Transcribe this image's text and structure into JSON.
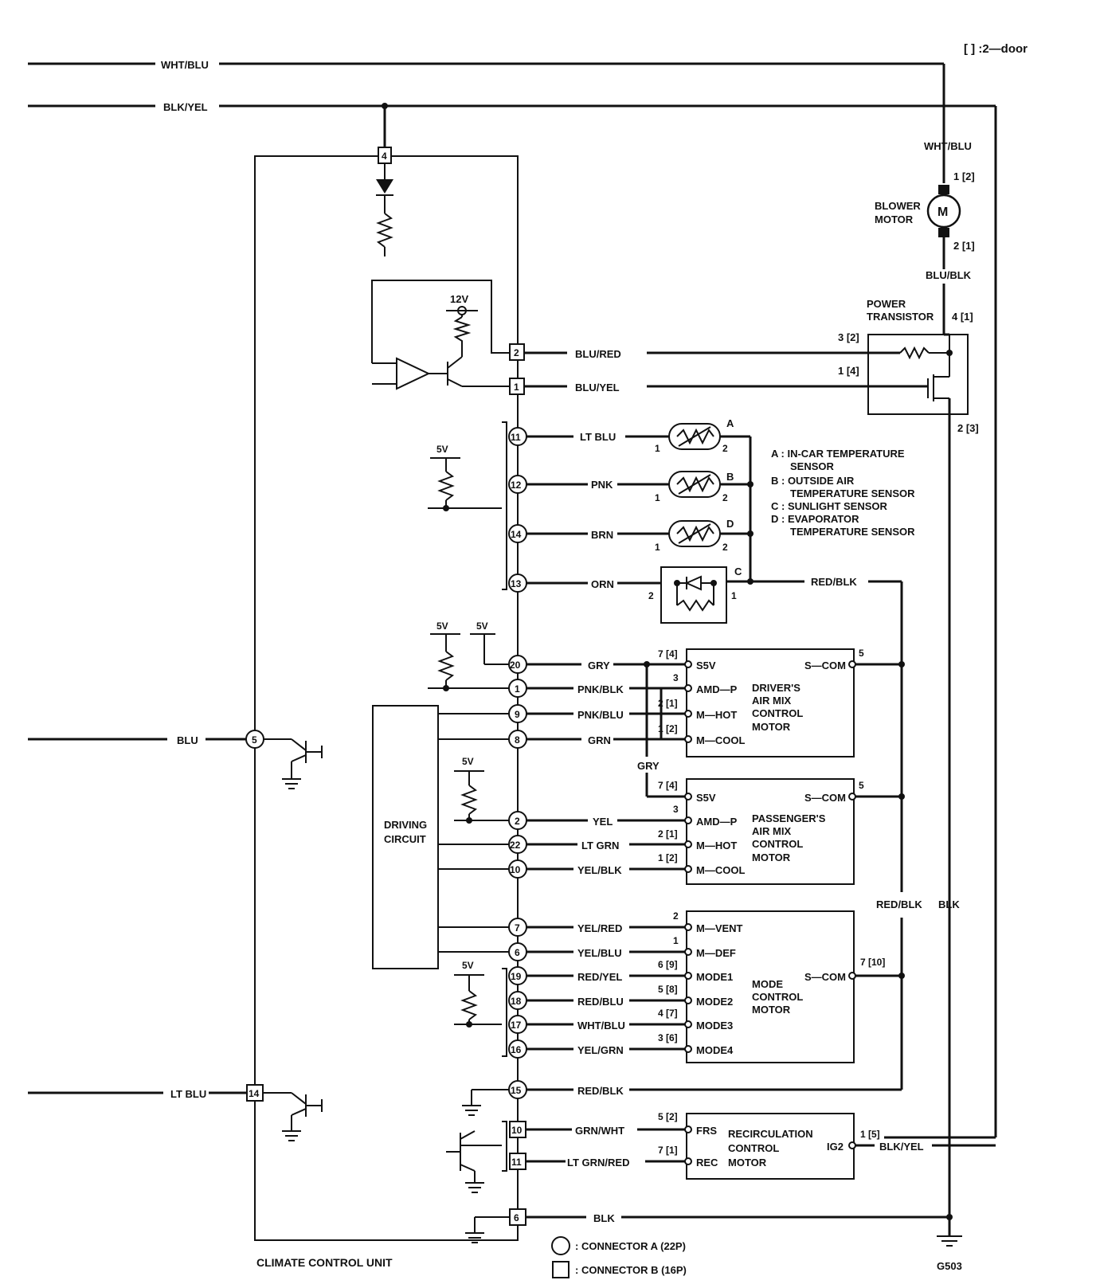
{
  "legend": {
    "two_door": "[  ] :2—door",
    "connector_a": ": CONNECTOR A (22P)",
    "connector_b": ": CONNECTOR B (16P)"
  },
  "unit": {
    "title": "CLIMATE CONTROL UNIT",
    "driving_circuit": [
      "DRIVING",
      "CIRCUIT"
    ],
    "v12": "12V",
    "v5": "5V"
  },
  "ground": {
    "label": "G503"
  },
  "blower": {
    "name": [
      "BLOWER",
      "MOTOR"
    ],
    "symbol": "M",
    "pin_top": "1 [2]",
    "pin_bottom": "2 [1]",
    "wire_top": "WHT/BLU",
    "wire_bottom": "BLU/BLK"
  },
  "transistor": {
    "name": [
      "POWER",
      "TRANSISTOR"
    ],
    "pin3": "3 [2]",
    "pin1": "1 [4]",
    "pin4": "4 [1]",
    "pin2": "2 [3]"
  },
  "left_wires": {
    "top1": "WHT/BLU",
    "top2": "BLK/YEL",
    "blu": "BLU",
    "ltblu": "LT BLU"
  },
  "unit_pins": {
    "p4": "4",
    "p2b": "2",
    "p1b": "1",
    "p11": "11",
    "p12": "12",
    "p14": "14",
    "p13": "13",
    "p20": "20",
    "p1a": "1",
    "p9": "9",
    "p8": "8",
    "p2a": "2",
    "p22": "22",
    "p10": "10",
    "p7": "7",
    "p6a": "6",
    "p19": "19",
    "p18": "18",
    "p17": "17",
    "p16": "16",
    "p15": "15",
    "p10b": "10",
    "p11b": "11",
    "p6b": "6",
    "p5": "5",
    "p14b": "14"
  },
  "wires": {
    "blu_red": "BLU/RED",
    "blu_yel": "BLU/YEL",
    "lt_blu": "LT BLU",
    "pnk": "PNK",
    "brn": "BRN",
    "orn": "ORN",
    "gry": "GRY",
    "pnk_blk": "PNK/BLK",
    "pnk_blu": "PNK/BLU",
    "grn": "GRN",
    "gry2": "GRY",
    "yel": "YEL",
    "lt_grn": "LT GRN",
    "yel_blk": "YEL/BLK",
    "yel_red": "YEL/RED",
    "yel_blu": "YEL/BLU",
    "red_yel": "RED/YEL",
    "red_blu": "RED/BLU",
    "wht_blu": "WHT/BLU",
    "yel_grn": "YEL/GRN",
    "red_blk": "RED/BLK",
    "grn_wht": "GRN/WHT",
    "lt_grn_red": "LT GRN/RED",
    "blk": "BLK",
    "red_blk_top": "RED/BLK",
    "red_blk_side": "RED/BLK",
    "blk_side": "BLK",
    "blk_yel_right": "BLK/YEL"
  },
  "sensors": {
    "a": "A",
    "b": "B",
    "c": "C",
    "d": "D",
    "one": "1",
    "two": "2",
    "desc": [
      "A :  IN-CAR TEMPERATURE",
      "SENSOR",
      "B :  OUTSIDE AIR",
      "TEMPERATURE SENSOR",
      "C :  SUNLIGHT SENSOR",
      "D :  EVAPORATOR",
      "TEMPERATURE SENSOR"
    ]
  },
  "driver_motor": {
    "name": [
      "DRIVER'S",
      "AIR MIX",
      "CONTROL",
      "MOTOR"
    ],
    "terms": [
      "S5V",
      "AMD—P",
      "M—HOT",
      "M—COOL",
      "S—COM"
    ],
    "pins": [
      "7 [4]",
      "3",
      "2 [1]",
      "1 [2]",
      "5"
    ]
  },
  "passenger_motor": {
    "name": [
      "PASSENGER'S",
      "AIR MIX",
      "CONTROL",
      "MOTOR"
    ],
    "terms": [
      "S5V",
      "AMD—P",
      "M—HOT",
      "M—COOL",
      "S—COM"
    ],
    "pins": [
      "7 [4]",
      "3",
      "2 [1]",
      "1 [2]",
      "5"
    ]
  },
  "mode_motor": {
    "name": [
      "MODE",
      "CONTROL",
      "MOTOR"
    ],
    "terms": [
      "M—VENT",
      "M—DEF",
      "MODE1",
      "MODE2",
      "MODE3",
      "MODE4",
      "S—COM"
    ],
    "pins": [
      "2",
      "1",
      "6 [9]",
      "5 [8]",
      "4 [7]",
      "3 [6]",
      "7 [10]"
    ]
  },
  "recirc_motor": {
    "name": [
      "RECIRCULATION",
      "CONTROL",
      "MOTOR"
    ],
    "terms": [
      "FRS",
      "REC",
      "IG2"
    ],
    "pins": [
      "5 [2]",
      "7 [1]",
      "1 [5]"
    ]
  }
}
